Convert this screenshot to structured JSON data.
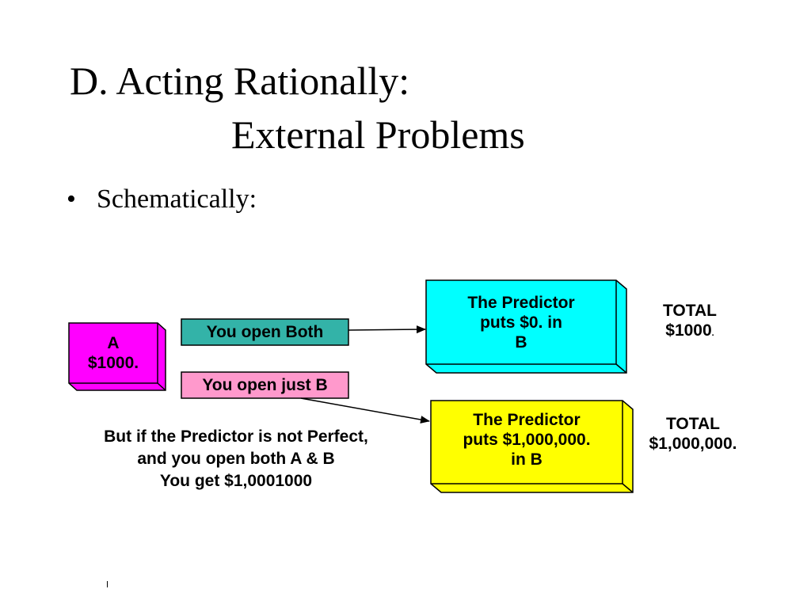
{
  "title": {
    "line1": "D.  Acting Rationally:",
    "line2": "External Problems"
  },
  "bullet": {
    "symbol": "•",
    "text": "Schematically:"
  },
  "diagram": {
    "box_a": {
      "line1": "A",
      "line2": "$1000."
    },
    "open_both": "You open Both",
    "open_just_b": "You open just B",
    "predictor_zero": {
      "line1": "The Predictor",
      "line2": "puts $0. in",
      "line3": "B"
    },
    "predictor_million": {
      "line1": "The Predictor",
      "line2": "puts $1,000,000.",
      "line3": "in B"
    },
    "total_zero": {
      "line1": "TOTAL",
      "line2": "$1000",
      "suffix": "."
    },
    "total_million": {
      "line1": "TOTAL",
      "line2": "$1,000,000."
    },
    "note": {
      "line1": "But if the Predictor is not Perfect,",
      "line2": "and you open both A & B",
      "line3": "You get $1,0001000"
    }
  },
  "colors": {
    "magenta": "#ff00ff",
    "teal": "#33b3a8",
    "pink": "#ff99cc",
    "cyan": "#00ffff",
    "yellow": "#ffff00"
  }
}
